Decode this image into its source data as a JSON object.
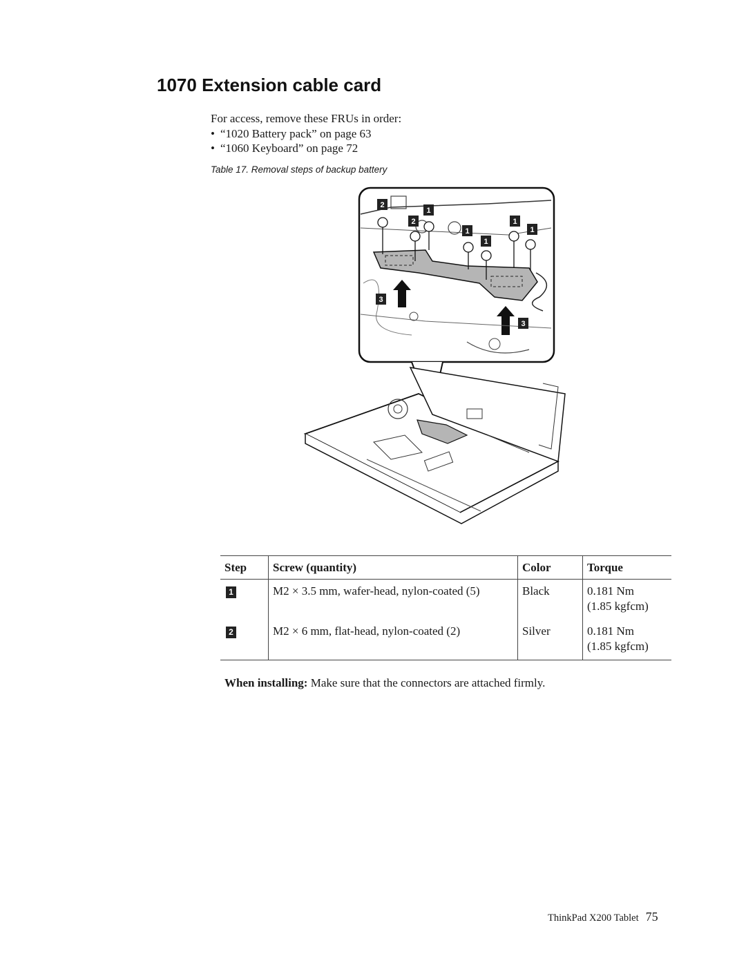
{
  "heading": "1070 Extension cable card",
  "intro": "For access, remove these FRUs in order:",
  "frus": [
    "“1020 Battery pack” on page 63",
    "“1060 Keyboard” on page 72"
  ],
  "caption": "Table 17. Removal steps of backup battery",
  "figure": {
    "callouts": [
      "2",
      "1",
      "2",
      "1",
      "1",
      "1",
      "1",
      "3",
      "3"
    ]
  },
  "table": {
    "headers": {
      "step": "Step",
      "screw": "Screw (quantity)",
      "color": "Color",
      "torque": "Torque"
    },
    "rows": [
      {
        "step": "1",
        "screw": "M2 × 3.5 mm, wafer-head, nylon-coated (5)",
        "color": "Black",
        "torque_nm": "0.181 Nm",
        "torque_kgf": "(1.85 kgfcm)"
      },
      {
        "step": "2",
        "screw": "M2 × 6 mm, flat-head, nylon-coated (2)",
        "color": "Silver",
        "torque_nm": "0.181 Nm",
        "torque_kgf": "(1.85 kgfcm)"
      }
    ]
  },
  "install": {
    "label": "When installing:",
    "text": "Make sure that the connectors are attached firmly."
  },
  "footer": {
    "title": "ThinkPad X200 Tablet",
    "page": "75"
  }
}
